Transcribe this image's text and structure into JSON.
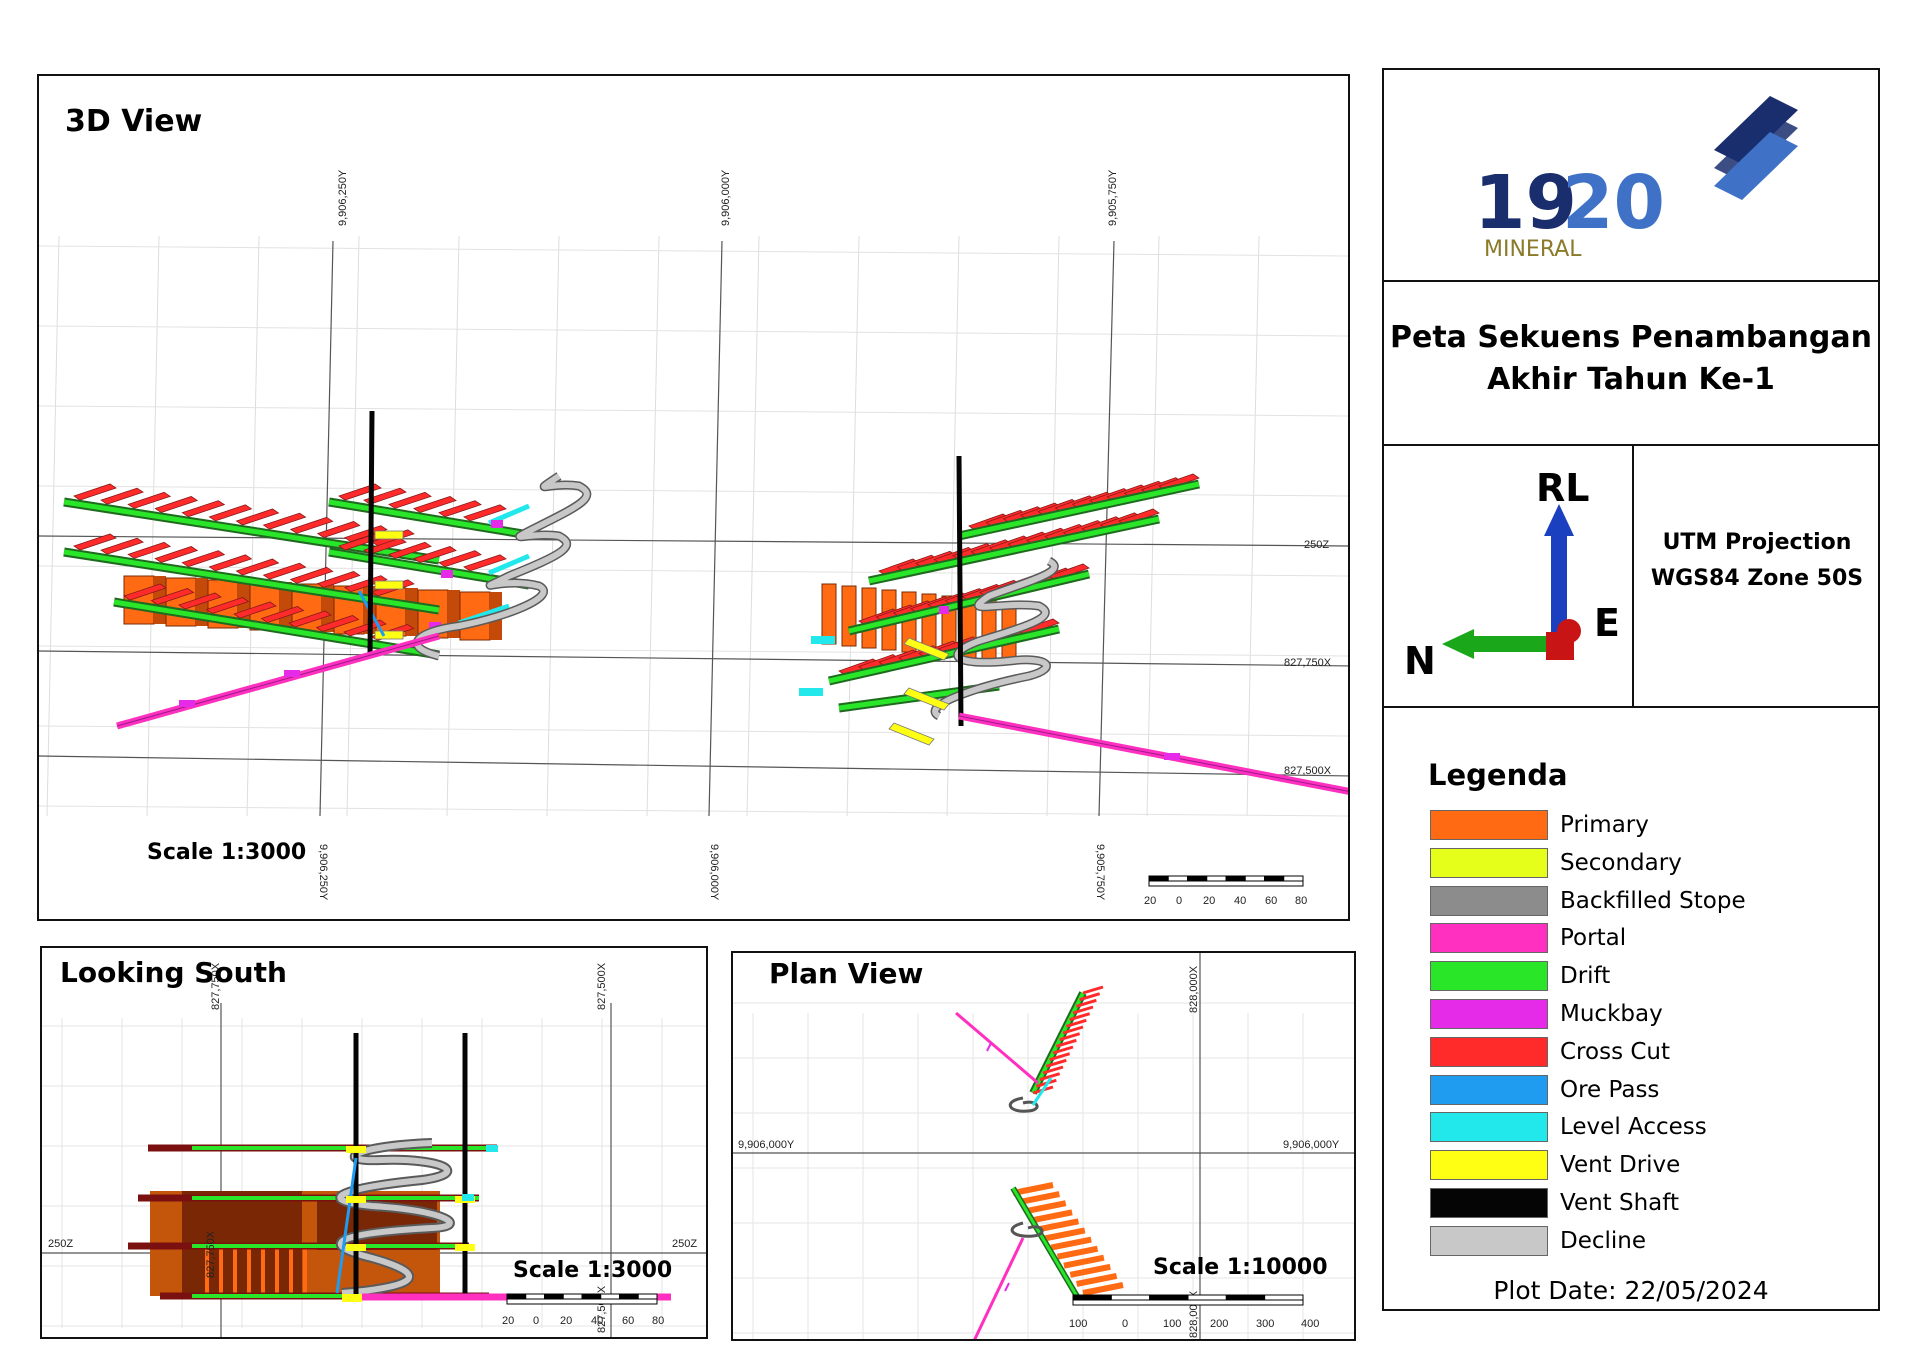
{
  "panels": {
    "view3d": {
      "title": "3D View",
      "scale": "Scale 1:3000",
      "top_labels": [
        "9,906,250Y",
        "9,906,000Y",
        "9,905,750Y"
      ],
      "bottom_labels": [
        "9,906,250Y",
        "9,906,000Y",
        "9,905,750Y"
      ],
      "right_labels": [
        "250Z",
        "827,750X",
        "827,500X"
      ],
      "scalebar_ticks": [
        "20",
        "0",
        "20",
        "40",
        "60",
        "80"
      ]
    },
    "south": {
      "title": "Looking South",
      "scale": "Scale 1:3000",
      "top_labels": [
        "827,750X",
        "827,500X"
      ],
      "side_labels": [
        "250Z",
        "250Z"
      ],
      "bottom_labels": [
        "827,750X",
        "827,500X"
      ],
      "scalebar_ticks": [
        "20",
        "0",
        "20",
        "40",
        "60",
        "80"
      ]
    },
    "plan": {
      "title": "Plan View",
      "scale": "Scale 1:10000",
      "top_labels": [
        "828,000X"
      ],
      "side_labels": [
        "9,906,000Y",
        "9,906,000Y"
      ],
      "bottom_labels": [
        "828,000X"
      ],
      "scalebar_ticks": [
        "100",
        "0",
        "100",
        "200",
        "300",
        "400"
      ]
    }
  },
  "sidebar": {
    "logo": {
      "number_part1": "19",
      "number_part2": "20",
      "name": "MINERAL",
      "colors": {
        "dark": "#1a2e6e",
        "light": "#3f72c7",
        "gold": "#8a7a2a"
      }
    },
    "title_line1": "Peta Sekuens Penambangan",
    "title_line2": "Akhir Tahun Ke-1",
    "compass": {
      "up": "RL",
      "right": "E",
      "left": "N"
    },
    "projection_line1": "UTM Projection",
    "projection_line2": "WGS84 Zone 50S",
    "legend_title": "Legenda",
    "legend": [
      {
        "label": "Primary",
        "color": "#ff6a12"
      },
      {
        "label": "Secondary",
        "color": "#e6ff1a"
      },
      {
        "label": "Backfilled Stope",
        "color": "#8c8c8c"
      },
      {
        "label": "Portal",
        "color": "#ff2fbf"
      },
      {
        "label": "Drift",
        "color": "#29e629"
      },
      {
        "label": "Muckbay",
        "color": "#e52be8"
      },
      {
        "label": "Cross Cut",
        "color": "#ff2b2b"
      },
      {
        "label": "Ore Pass",
        "color": "#1f9bf0"
      },
      {
        "label": "Level Access",
        "color": "#22e8ec"
      },
      {
        "label": "Vent Drive",
        "color": "#ffff14"
      },
      {
        "label": "Vent Shaft",
        "color": "#050505"
      },
      {
        "label": "Decline",
        "color": "#c8c8c8"
      }
    ],
    "plot_date": "Plot Date: 22/05/2024"
  }
}
